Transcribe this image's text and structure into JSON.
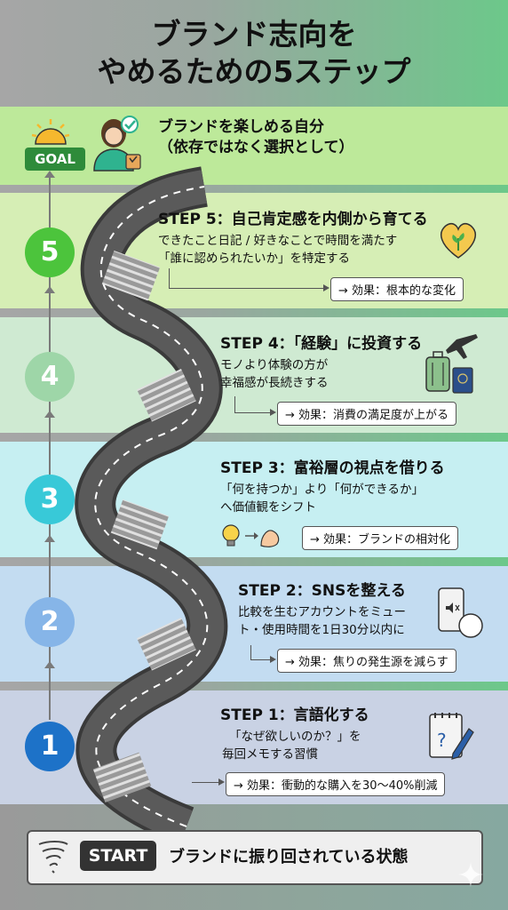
{
  "title_line1": "ブランド志向を",
  "title_line2": "やめるための5ステップ",
  "goal": {
    "tag": "GOAL",
    "line1": "ブランドを楽しめる自分",
    "line2": "（依存ではなく選択として）"
  },
  "steps": [
    {
      "number": "5",
      "title": "STEP 5：自己肯定感を内側から育てる",
      "desc1": "できたこと日記 / 好きなことで時間を満たす",
      "desc2": "「誰に認められたいか」を特定する",
      "effect": "→ 効果：根本的な変化",
      "icon": "heart-plant-icon",
      "badge_color": "#4cc43c"
    },
    {
      "number": "4",
      "title": "STEP 4：「経験」に投資する",
      "desc1": "モノより体験の方が",
      "desc2": "幸福感が長続きする",
      "effect": "→ 効果：消費の満足度が上がる",
      "icon": "travel-icon",
      "badge_color": "#9ed6a8"
    },
    {
      "number": "3",
      "title": "STEP 3：富裕層の視点を借りる",
      "desc1": "「何を持つか」より「何ができるか」",
      "desc2": "へ価値観をシフト",
      "effect": "→ 効果：ブランドの相対化",
      "icon": "idea-strength-icon",
      "badge_color": "#38c9d8"
    },
    {
      "number": "2",
      "title": "STEP 2：SNSを整える",
      "desc1": "比較を生むアカウントをミュー",
      "desc2": "ト・使用時間を1日30分以内に",
      "effect": "→ 効果：焦りの発生源を減らす",
      "icon": "phone-timer-icon",
      "badge_color": "#86b5e8"
    },
    {
      "number": "1",
      "title": "STEP 1：言語化する",
      "desc1": "「なぜ欲しいのか？」を",
      "desc2": "毎回メモする習慣",
      "effect": "→ 効果：衝動的な購入を30〜40%削減",
      "icon": "memo-pen-icon",
      "badge_color": "#1d72c8"
    }
  ],
  "start": {
    "tag": "START",
    "text": "ブランドに振り回されている状態"
  },
  "colors": {
    "band_goal": "#bde99a",
    "band_5": "#d6eeb5",
    "band_4": "#cfead2",
    "band_3": "#c6eff2",
    "band_2": "#c3dcf1",
    "band_1": "#c9d2e4"
  }
}
